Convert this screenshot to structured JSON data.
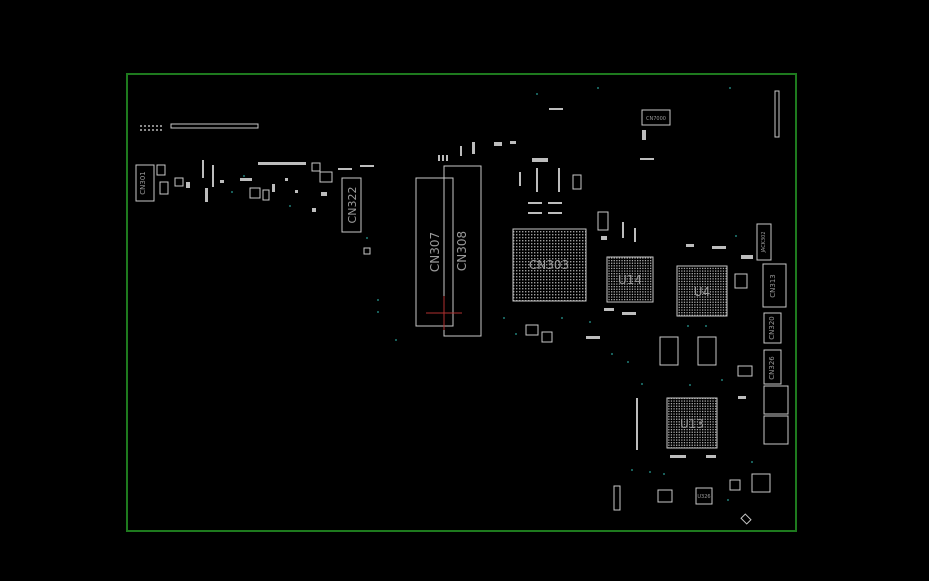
{
  "board": {
    "outline_color": "#1e7a1e",
    "part_color": "#c8c8c8",
    "label_color": "#9a9a9a",
    "via_color": "#2aa39a",
    "marker_color": "#b03030"
  },
  "labels": {
    "cn301": "CN301",
    "cn322": "CN322",
    "cn307": "CN307",
    "cn308": "CN308",
    "cn303": "CN303",
    "u14": "U14",
    "u4": "U4",
    "u13": "U13",
    "cn313": "CN313",
    "cn320": "CN320",
    "cn326": "CN326",
    "cn7000": "CN7000",
    "jack302": "JACK302",
    "u326": "U326"
  }
}
